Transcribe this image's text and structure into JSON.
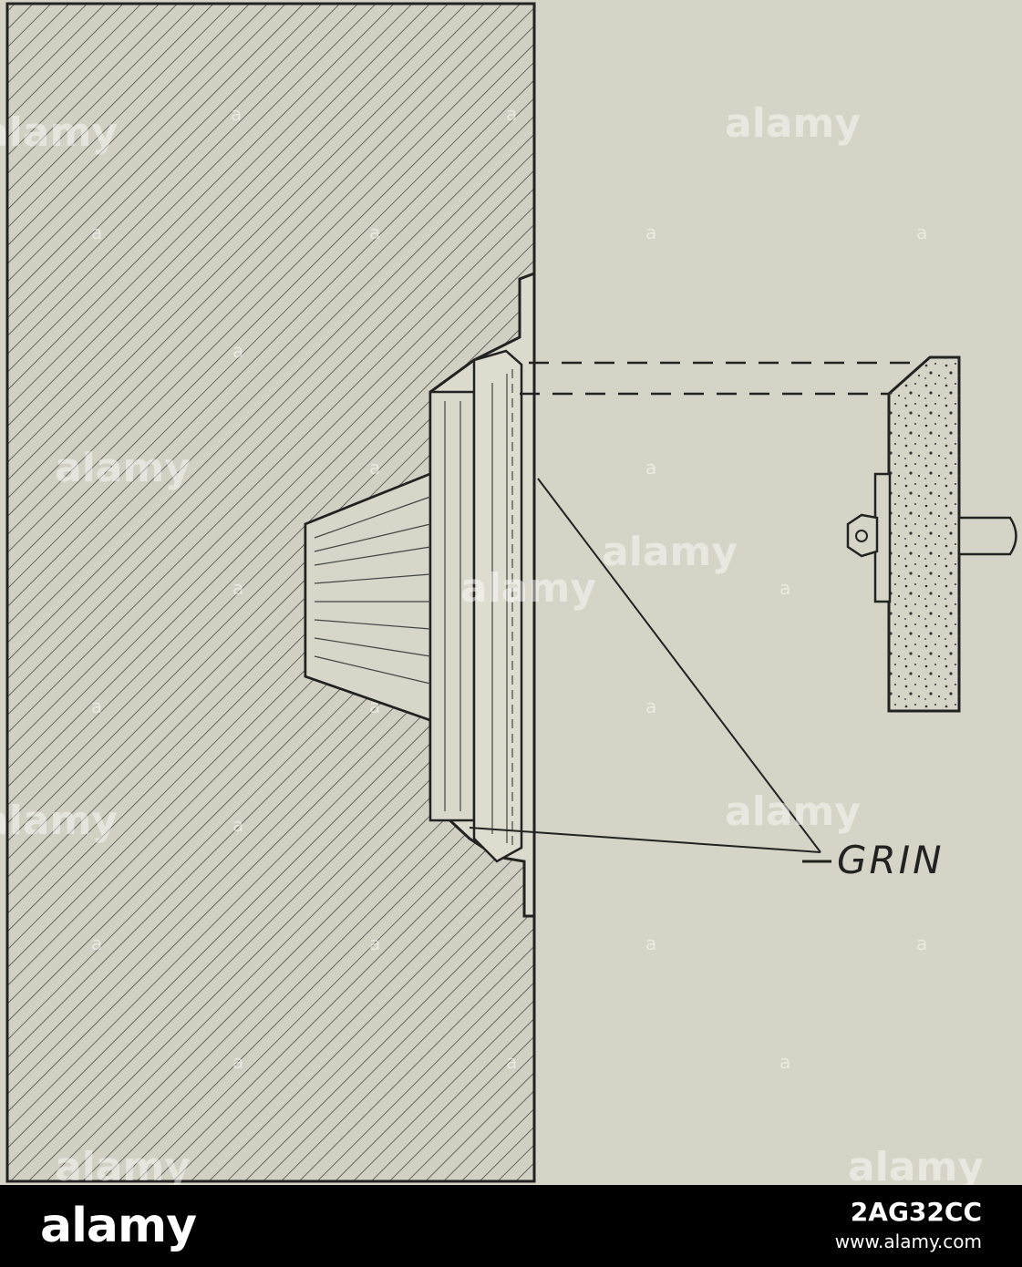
{
  "figure": {
    "callout_label": "GRIN"
  },
  "watermark": {
    "text": "alamy",
    "dot": "a"
  },
  "footer": {
    "brand": "alamy",
    "image_id": "2AG32CC",
    "url": "www.alamy.com"
  },
  "colors": {
    "paper": "#d6d4c6",
    "ink": "#222222",
    "footer_bg": "#000000"
  }
}
